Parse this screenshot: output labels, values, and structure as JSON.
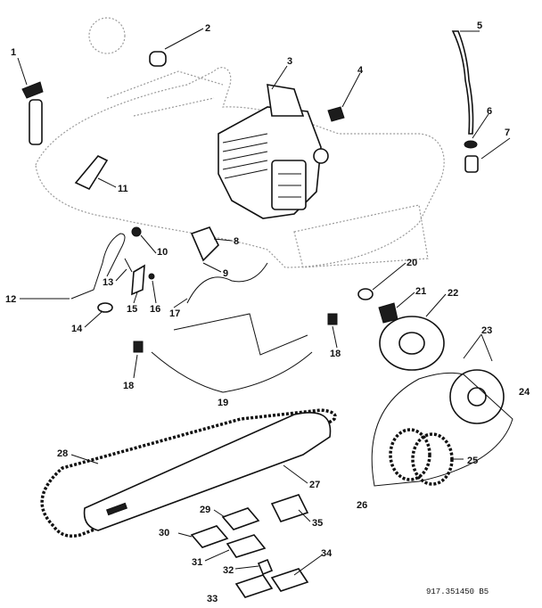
{
  "callouts": [
    {
      "label": "1"
    },
    {
      "label": "2"
    },
    {
      "label": "3"
    },
    {
      "label": "4"
    },
    {
      "label": "5"
    },
    {
      "label": "6"
    },
    {
      "label": "7"
    },
    {
      "label": "8"
    },
    {
      "label": "9"
    },
    {
      "label": "10"
    },
    {
      "label": "11"
    },
    {
      "label": "12"
    },
    {
      "label": "13"
    },
    {
      "label": "14"
    },
    {
      "label": "15"
    },
    {
      "label": "16"
    },
    {
      "label": "17"
    },
    {
      "label": "18"
    },
    {
      "label": "18"
    },
    {
      "label": "19"
    },
    {
      "label": "20"
    },
    {
      "label": "21"
    },
    {
      "label": "22"
    },
    {
      "label": "23"
    },
    {
      "label": "24"
    },
    {
      "label": "25"
    },
    {
      "label": "26"
    },
    {
      "label": "27"
    },
    {
      "label": "28"
    },
    {
      "label": "29"
    },
    {
      "label": "30"
    },
    {
      "label": "31"
    },
    {
      "label": "32"
    },
    {
      "label": "33"
    },
    {
      "label": "34"
    },
    {
      "label": "35"
    }
  ],
  "drawing_code": "917.351450  B5"
}
